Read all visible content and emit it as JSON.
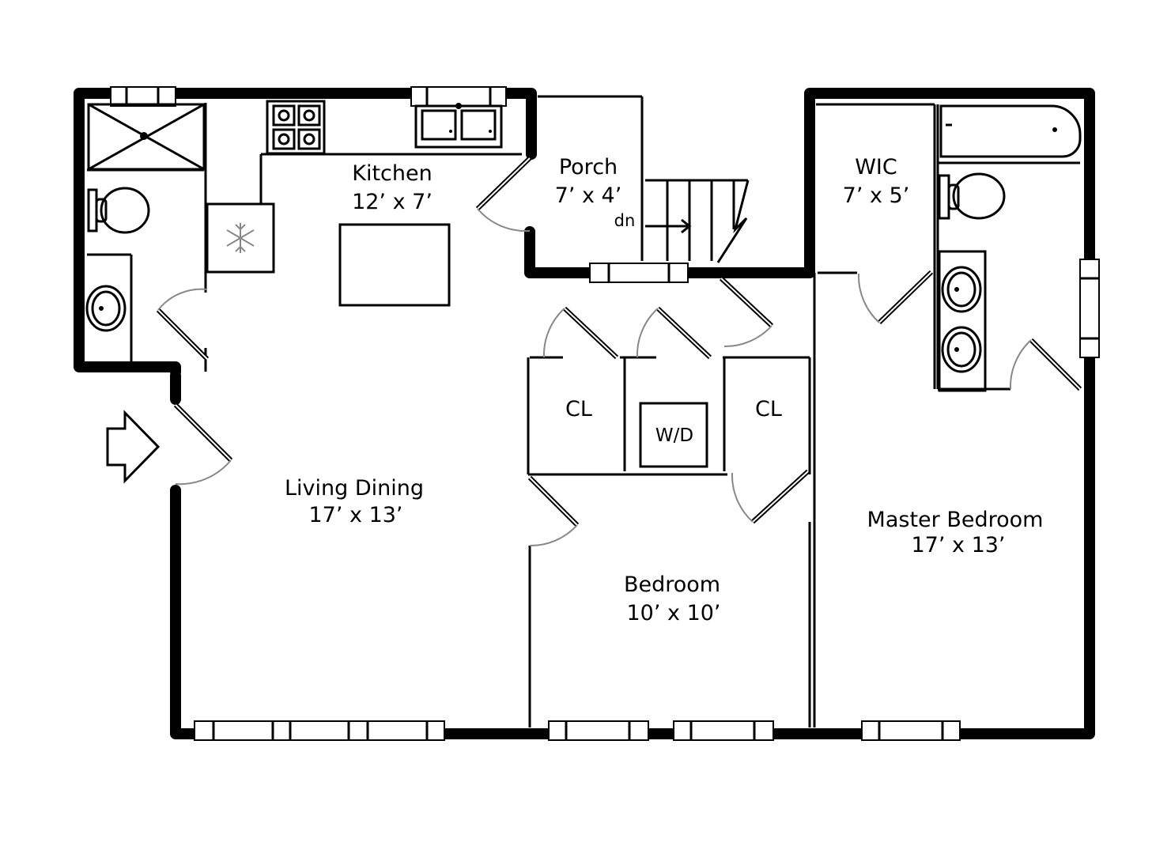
{
  "rooms": {
    "kitchen": {
      "name": "Kitchen",
      "size": "12’ x 7’"
    },
    "porch": {
      "name": "Porch",
      "size": "7’ x 4’"
    },
    "wic": {
      "name": "WIC",
      "size": "7’ x 5’"
    },
    "living_dining": {
      "name": "Living Dining",
      "size": "17’ x 13’"
    },
    "bedroom": {
      "name": "Bedroom",
      "size": "10’ x 10’"
    },
    "master_bedroom": {
      "name": "Master Bedroom",
      "size": "17’ x 13’"
    },
    "closet_left": {
      "name": "CL"
    },
    "closet_right": {
      "name": "CL"
    },
    "laundry": {
      "name": "W/D"
    }
  },
  "stairs": {
    "label": "dn"
  },
  "colors": {
    "wall": "#000000",
    "door_swing": "#888888",
    "background": "#ffffff"
  },
  "icons": [
    "entry-arrow-icon",
    "refrigerator-snowflake-icon",
    "toilet-icon",
    "sink-icon",
    "stove-icon",
    "bathtub-icon",
    "shower-icon"
  ]
}
